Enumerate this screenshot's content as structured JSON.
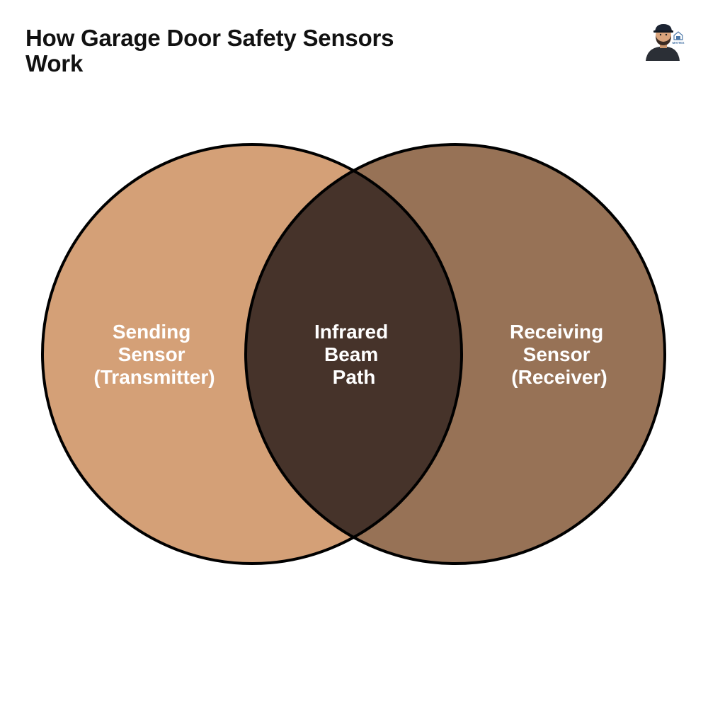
{
  "title": {
    "line1": "How Garage Door Safety Sensors",
    "line2": "Work"
  },
  "logo": {
    "icon": "mascot-logo-icon",
    "text": "MATRIX"
  },
  "venn": {
    "colors": {
      "left": "#d4a077",
      "right": "#977256",
      "overlap": "#46332a",
      "outline": "#000000",
      "label": "#ffffff"
    },
    "left": {
      "line1": "Sending",
      "line2": "Sensor",
      "line3": "(Transmitter)"
    },
    "overlap": {
      "line1": "Infrared",
      "line2": "Beam",
      "line3": "Path"
    },
    "right": {
      "line1": "Receiving",
      "line2": "Sensor",
      "line3": "(Receiver)"
    }
  }
}
